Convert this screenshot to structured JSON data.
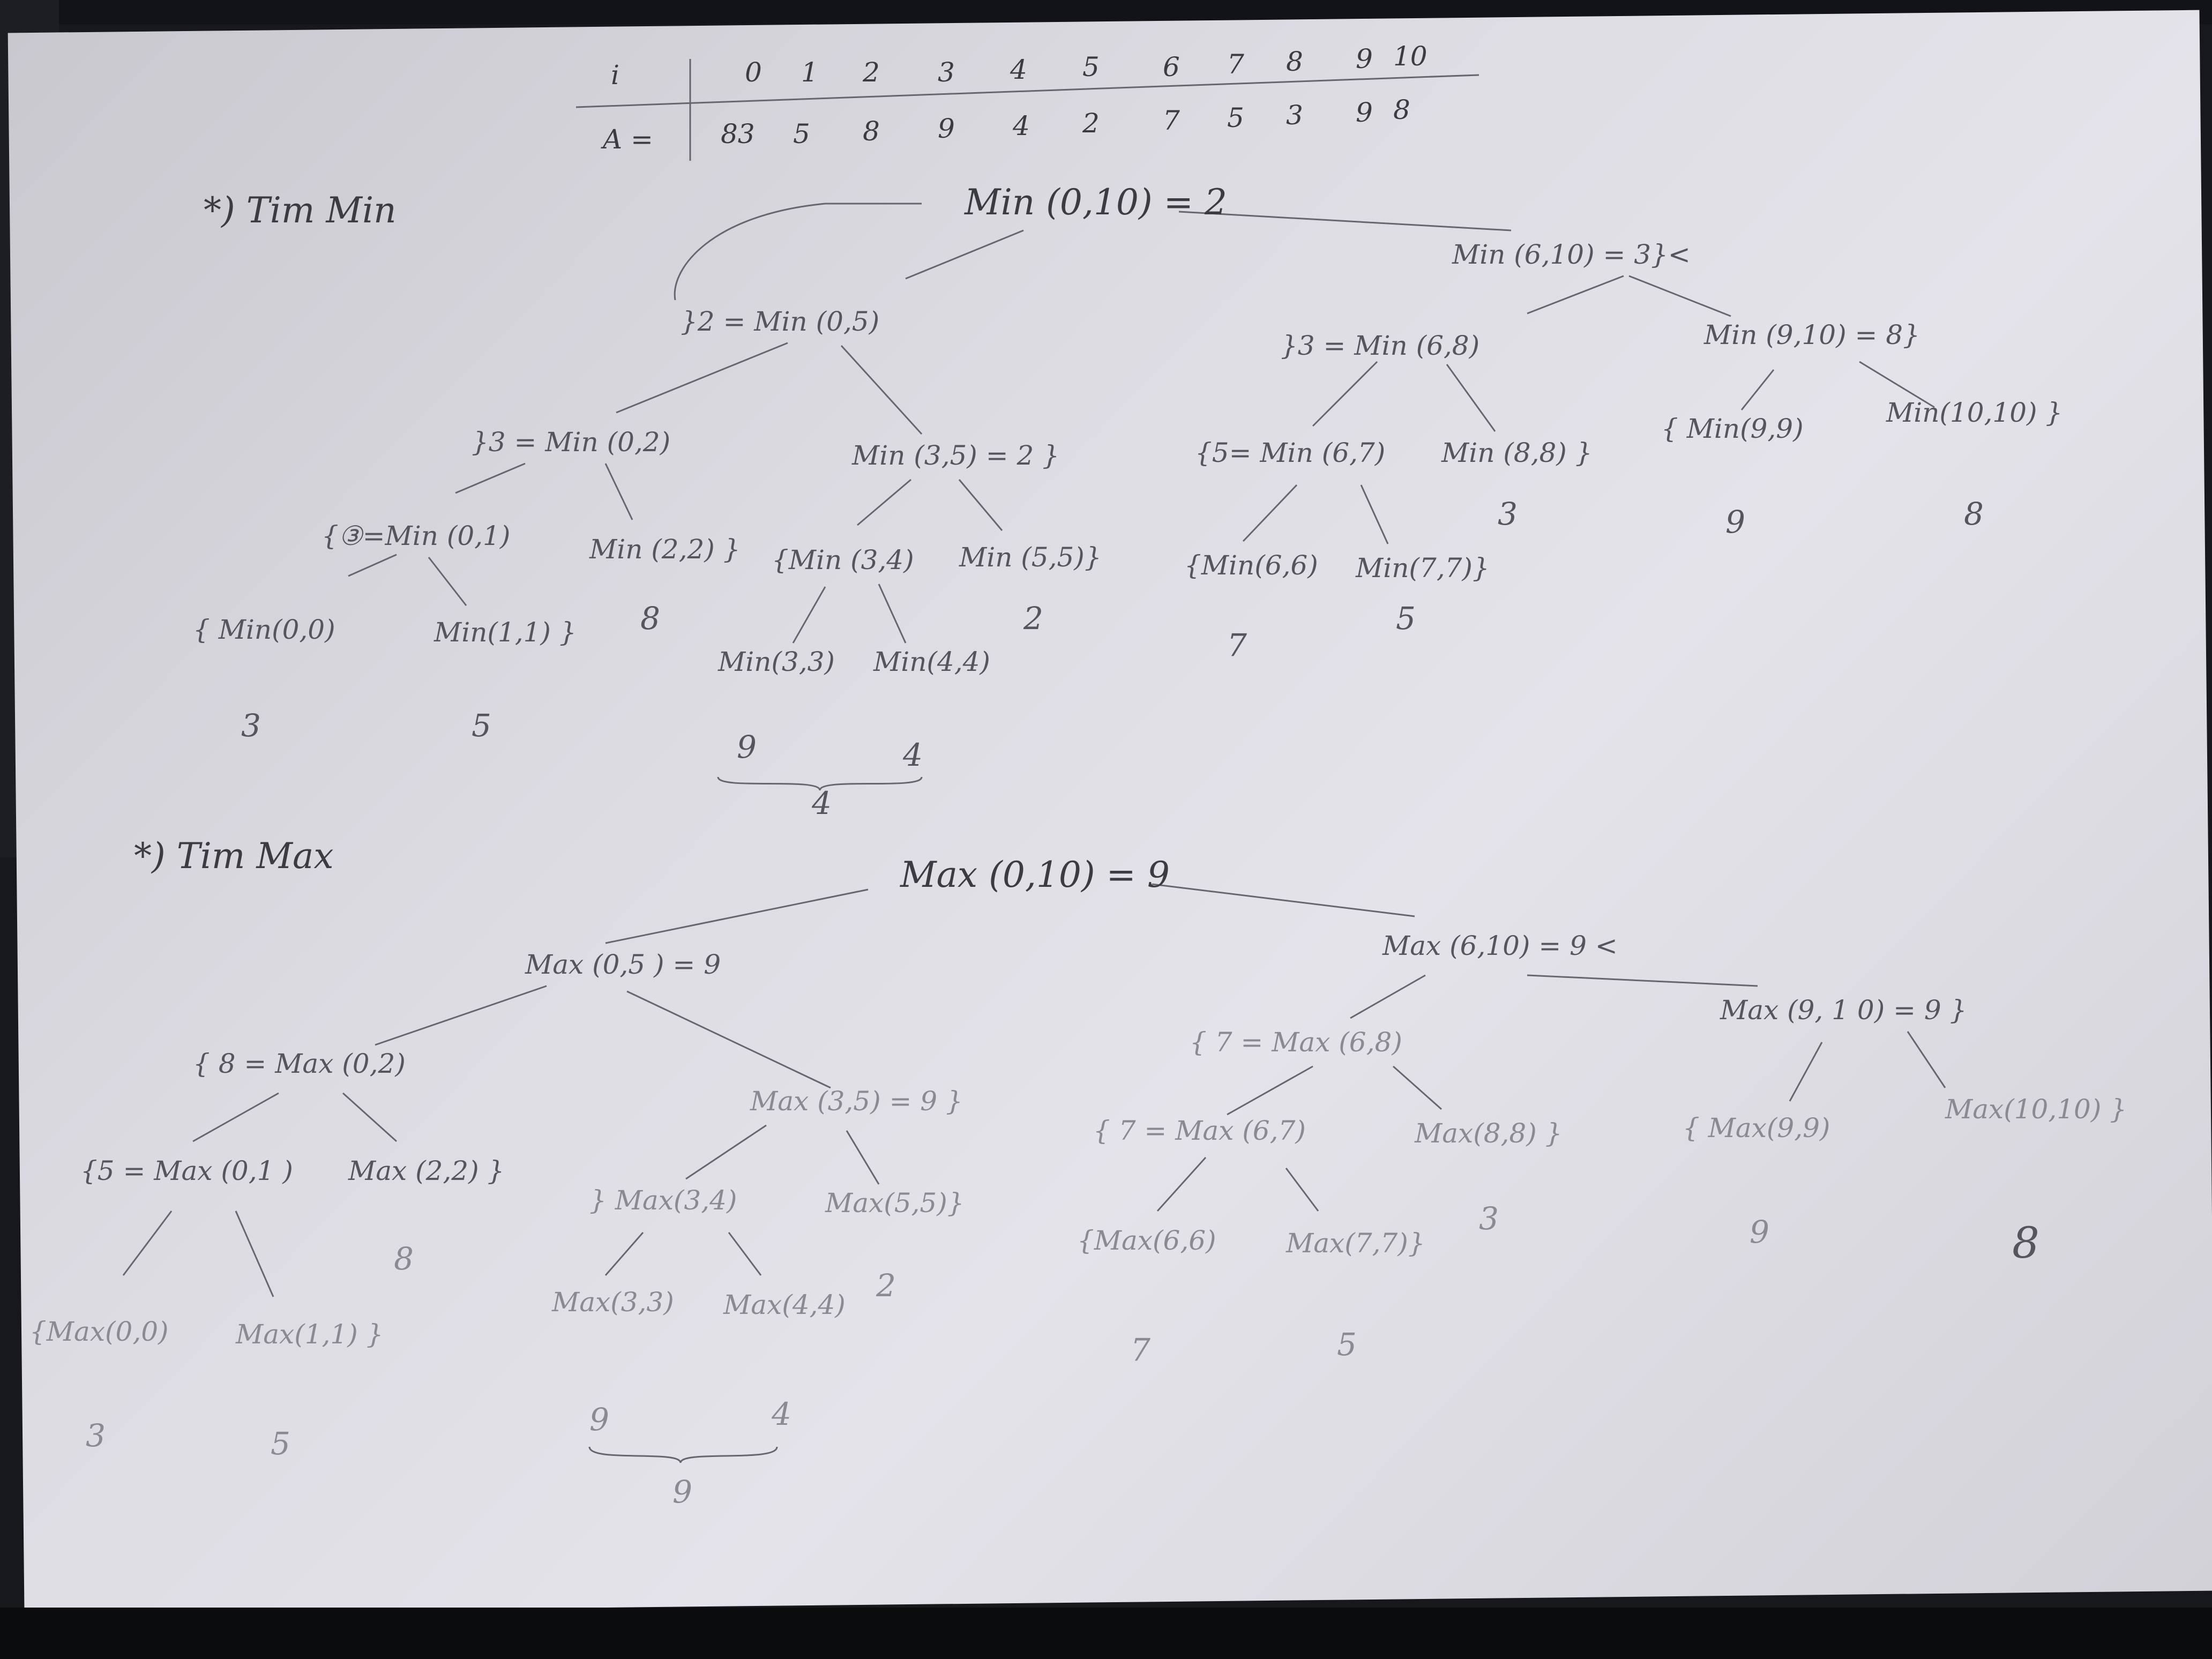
{
  "table": {
    "row_i_label": "i",
    "indices": [
      "0",
      "1",
      "2",
      "3",
      "4",
      "5",
      "6",
      "7",
      "8",
      "9",
      "10"
    ],
    "row_a_label": "A =",
    "values": [
      "83",
      "5",
      "8",
      "9",
      "4",
      "2",
      "7",
      "5",
      "3",
      "9",
      "8"
    ]
  },
  "min_section": {
    "heading": "*) Tim Min",
    "nodes": {
      "root": "Min (0,10) = 2",
      "n05": "}2 = Min (0,5)",
      "n610": "Min (6,10) = 3}<",
      "n02": "}3 = Min (0,2)",
      "n35": "Min (3,5) = 2 }",
      "n68": "}3 = Min (6,8)",
      "n910": "Min (9,10) = 8}",
      "n01": "{③=Min (0,1)",
      "n22": "Min (2,2) }",
      "n34": "{Min (3,4)",
      "n55": "Min (5,5)}",
      "n67": "{5= Min (6,7)",
      "n88": "Min (8,8) }",
      "n99": "{ Min(9,9)",
      "n1010": "Min(10,10) }",
      "n00": "{ Min(0,0)",
      "n11": "Min(1,1) }",
      "n33": "Min(3,3)",
      "n44": "Min(4,4)",
      "n66": "{Min(6,6)",
      "n77": "Min(7,7)}"
    },
    "leaves": {
      "v00": "3",
      "v11": "5",
      "v22": "8",
      "v33": "9",
      "v44": "4",
      "v34": "4",
      "v55": "2",
      "v66": "7",
      "v77": "5",
      "v88": "3",
      "v99": "9",
      "v1010": "8"
    }
  },
  "max_section": {
    "heading": "*) Tim Max",
    "nodes": {
      "root": "Max (0,10) = 9",
      "n05": "Max (0,5 ) = 9",
      "n610": "Max (6,10) = 9 <",
      "n02": "{ 8 = Max (0,2)",
      "n35": "Max (3,5) = 9 }",
      "n68": "{ 7 = Max (6,8)",
      "n910": "Max (9, 1 0) = 9 }",
      "n01": "{5 = Max (0,1 )",
      "n22": "Max (2,2) }",
      "n34": "} Max(3,4)",
      "n55": "Max(5,5)}",
      "n67": "{ 7 = Max (6,7)",
      "n88": "Max(8,8) }",
      "n99": "{ Max(9,9)",
      "n1010": "Max(10,10) }",
      "n00": "{Max(0,0)",
      "n11": "Max(1,1) }",
      "n33": "Max(3,3)",
      "n44": "Max(4,4)",
      "n66": "{Max(6,6)",
      "n77": "Max(7,7)}"
    },
    "leaves": {
      "v00": "3",
      "v11": "5",
      "v22": "8",
      "v33": "9",
      "v44": "4",
      "v34": "9",
      "v55": "2",
      "v66": "7",
      "v77": "5",
      "v88": "3",
      "v99": "9",
      "v1010": "8"
    }
  }
}
